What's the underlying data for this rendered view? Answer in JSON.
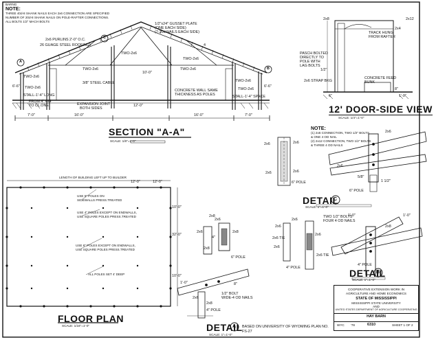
{
  "top_label": "BARNG",
  "note_heading": "NOTE:",
  "note_lines": [
    "THREE 40d-8 SHANK NAILS EACH 2x6 CONNECTION ARE SPECIFIED",
    "NUMBER OF 20d-8 SHANK NAILS ON POLE-RAFTER CONNECTIONS.",
    "ALL BOLTS 1/2\" MACH BOLTS"
  ],
  "section": {
    "title": "SECTION \"A-A\"",
    "scale": "SCALE: 1/8\"=1'-0\"",
    "circle_a": "A",
    "circle_b": "B",
    "circle_c": "C",
    "labels": {
      "purlins": "2x6 PURLINS 2'-0\" O.C.",
      "roofing": "26 GUAGE STEEL ROOFING",
      "gusset": "1/2\"x24\" GUSSET PLATE",
      "gusset2": "(ONE EACH SIDE)",
      "gusset3": "(7-20d NAILS EACH SIDE)",
      "two_2x6_l": "TWO-2x6",
      "two_2x6_r": "TWO-2x6",
      "two_2x6_ml": "TWO-2x6",
      "two_2x6_mr": "TWO-2x6",
      "two_2x6_ll": "TWO-2x6",
      "two_2x6_rr": "TWO-2x6",
      "two_2x6_rr2": "TWO-2x6",
      "two_2x6_lw": "TWO-2x6",
      "steel_cable": "3/8\" STEEL CABLE",
      "expansion": "EXPANSION JOINT",
      "expansion2": "BOTH SIDES",
      "concrete_wall": "CONCRETE WALL SAME",
      "concrete_wall2": "THICKNESS AS POLES",
      "stall_l": "STALL-1'-4\" LONG",
      "stall_r": "STALL-1'-4\" SPACE",
      "from_wall": "FROM 4\" 4x4",
      "from_wall2": "TO CL.ONE",
      "dim_left": "7'-0\"",
      "dim_mid_l": "16'-0\"",
      "dim_mid_r": "16'-0\"",
      "dim_right": "7'-0\"",
      "dim_inner": "12'-0\"",
      "dim_ht": "10'-0\"",
      "dim_side_r": "6'-6\"",
      "dim_side_l": "6'-6\"",
      "pitch": "4"
    }
  },
  "door_view": {
    "title": "12' DOOR-SIDE VIEW",
    "scale": "SCALE: 1/4\"=1'-0\"",
    "label1": "TRACK HUNG",
    "label1b": "FROM RAFTER",
    "label2": "PASCH BOLTED",
    "label2b": "DIRECTLY TO",
    "label2c": "POLE WITH",
    "label2d": "LAG BOLTS",
    "label3": "CONCRETE FEED",
    "label3b": "BUNK",
    "label4": "2x6 STRAP BKG",
    "dim1": "2x8",
    "dim2": "2x12",
    "dim3": "2x4",
    "dim4": "1/2\"",
    "dim5": "6\"",
    "dim6": "8\"",
    "dim7": "1'-0\""
  },
  "floor_plan": {
    "title": "FLOOR PLAN",
    "scale": "SCALE: 1/16\"=1'-0\"",
    "length_label": "LENGTH OF BUILDING LEFT UP TO BUILDER",
    "dim_top1": "12'-0\"",
    "dim_top2": "12'-0\"",
    "dim_side": "32'-0\"",
    "dim_side2": "10'-0\"",
    "dim_side3": "10'-0\"",
    "note1": "USE 5\" POLES ON",
    "note1b": "SIDEWALLS PRESS.TREATED",
    "note2": "USE 4\" POLES EXCEPT ON ENDWALLS,",
    "note2b": "USE SQUARE POLES PRESS.TREATED",
    "note3": "USE 6\" POLES EXCEPT ON ENDWALLS,",
    "note3b": "USE SQUARE POLES PRESS.TREATED",
    "note4": "ALL POLES SET 4' DEEP"
  },
  "detail_a": {
    "title": "DETAIL",
    "circle": "A",
    "scale": "SCALE: 1\"=1'-0\"",
    "label1": "2x6",
    "label2": "2x6",
    "label3": "2x8",
    "label4": "6\" POLE",
    "label5": "1/2\" BOLT",
    "label6": "WIDE-4 OD NAILS",
    "label7": "2x8",
    "label8": "2x8",
    "label9": "4\" POLE",
    "label10": "1'-0\"",
    "label11": "2x6",
    "label12": "8\"",
    "label13": "2x8",
    "label14": "4\""
  },
  "detail_c": {
    "title": "DETAIL",
    "circle": "C",
    "scale": "SCALE: 1\"=1'-0\"",
    "note_heading": "NOTE:",
    "note_lines": [
      "(1) 2x6 CONNECTION, TWO 1/2\" BOLTS",
      "& ONE 4 OD NAIL",
      "(2) 2x12 CONNECTION, TWO 1/2\" BOLTS",
      "& THREE 4 OD NAILS"
    ],
    "label1": "2x6",
    "label2": "2x6",
    "label3": "2x6",
    "label4": "2x6",
    "label5": "6\" POLE",
    "label6": "6\" POLE",
    "label7": "2x6",
    "label8": "2x6",
    "label9": "5/8\"",
    "label10": "1 1/2\""
  },
  "detail_b": {
    "title": "DETAIL",
    "circle": "B",
    "scale": "SCALE: 1\"=1'-0\"",
    "label1": "TWO 1/2\" BOLTS",
    "label1b": "FOUR 4 OD NAILS",
    "label2": "2x6",
    "label3": "2x6",
    "label4": "2x6 TIE",
    "label5": "2x6 TIE",
    "label6": "4\" POLE",
    "label7": "4\" POLE",
    "label8": "2x6",
    "label9": "2x6",
    "label10": "2x8",
    "label11": "1'-0\"",
    "label12": "1'-0\""
  },
  "based_on": "BASED ON UNIVERSITY OF WYOMING PLAN NO.",
  "based_on2": "FS-27",
  "title_block": {
    "line1": "COOPERATIVE EXTENSION WORK IN",
    "line2": "AGRICULTURE AND HOME ECONOMICS",
    "line3": "STATE OF MISSISSIPPI",
    "line4": "MISSISSIPPI STATE UNIVERSITY",
    "line5": "AND",
    "line6": "UNITED STATES DEPARTMENT OF AGRICULTURE COOPERATING",
    "project": "HAY BARN",
    "num_label": "WYC",
    "year": "'78",
    "plan_no": "6310",
    "sheet": "SHEET 1 OF 2"
  }
}
